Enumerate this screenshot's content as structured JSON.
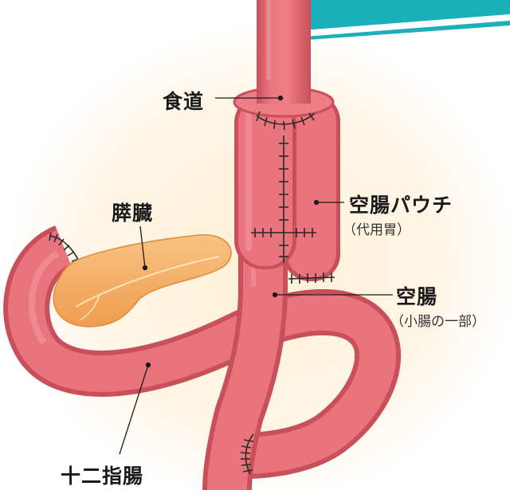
{
  "labels": {
    "esophagus": "食道",
    "pancreas": "膵臓",
    "jejunal_pouch": "空腸パウチ",
    "jejunal_pouch_note": "（代用胃）",
    "jejunum": "空腸",
    "jejunum_note": "（小腸の一部）",
    "duodenum": "十二指腸"
  },
  "colors": {
    "intestine": "#e9737c",
    "intestine_dark": "#c94f5a",
    "intestine_light": "#f49aa0",
    "pancreas": "#f3a75c",
    "pancreas_light": "#fbd29a",
    "suture": "#2a2a2a",
    "banner": "#1bb0b9",
    "glow": "#fff1d6"
  }
}
